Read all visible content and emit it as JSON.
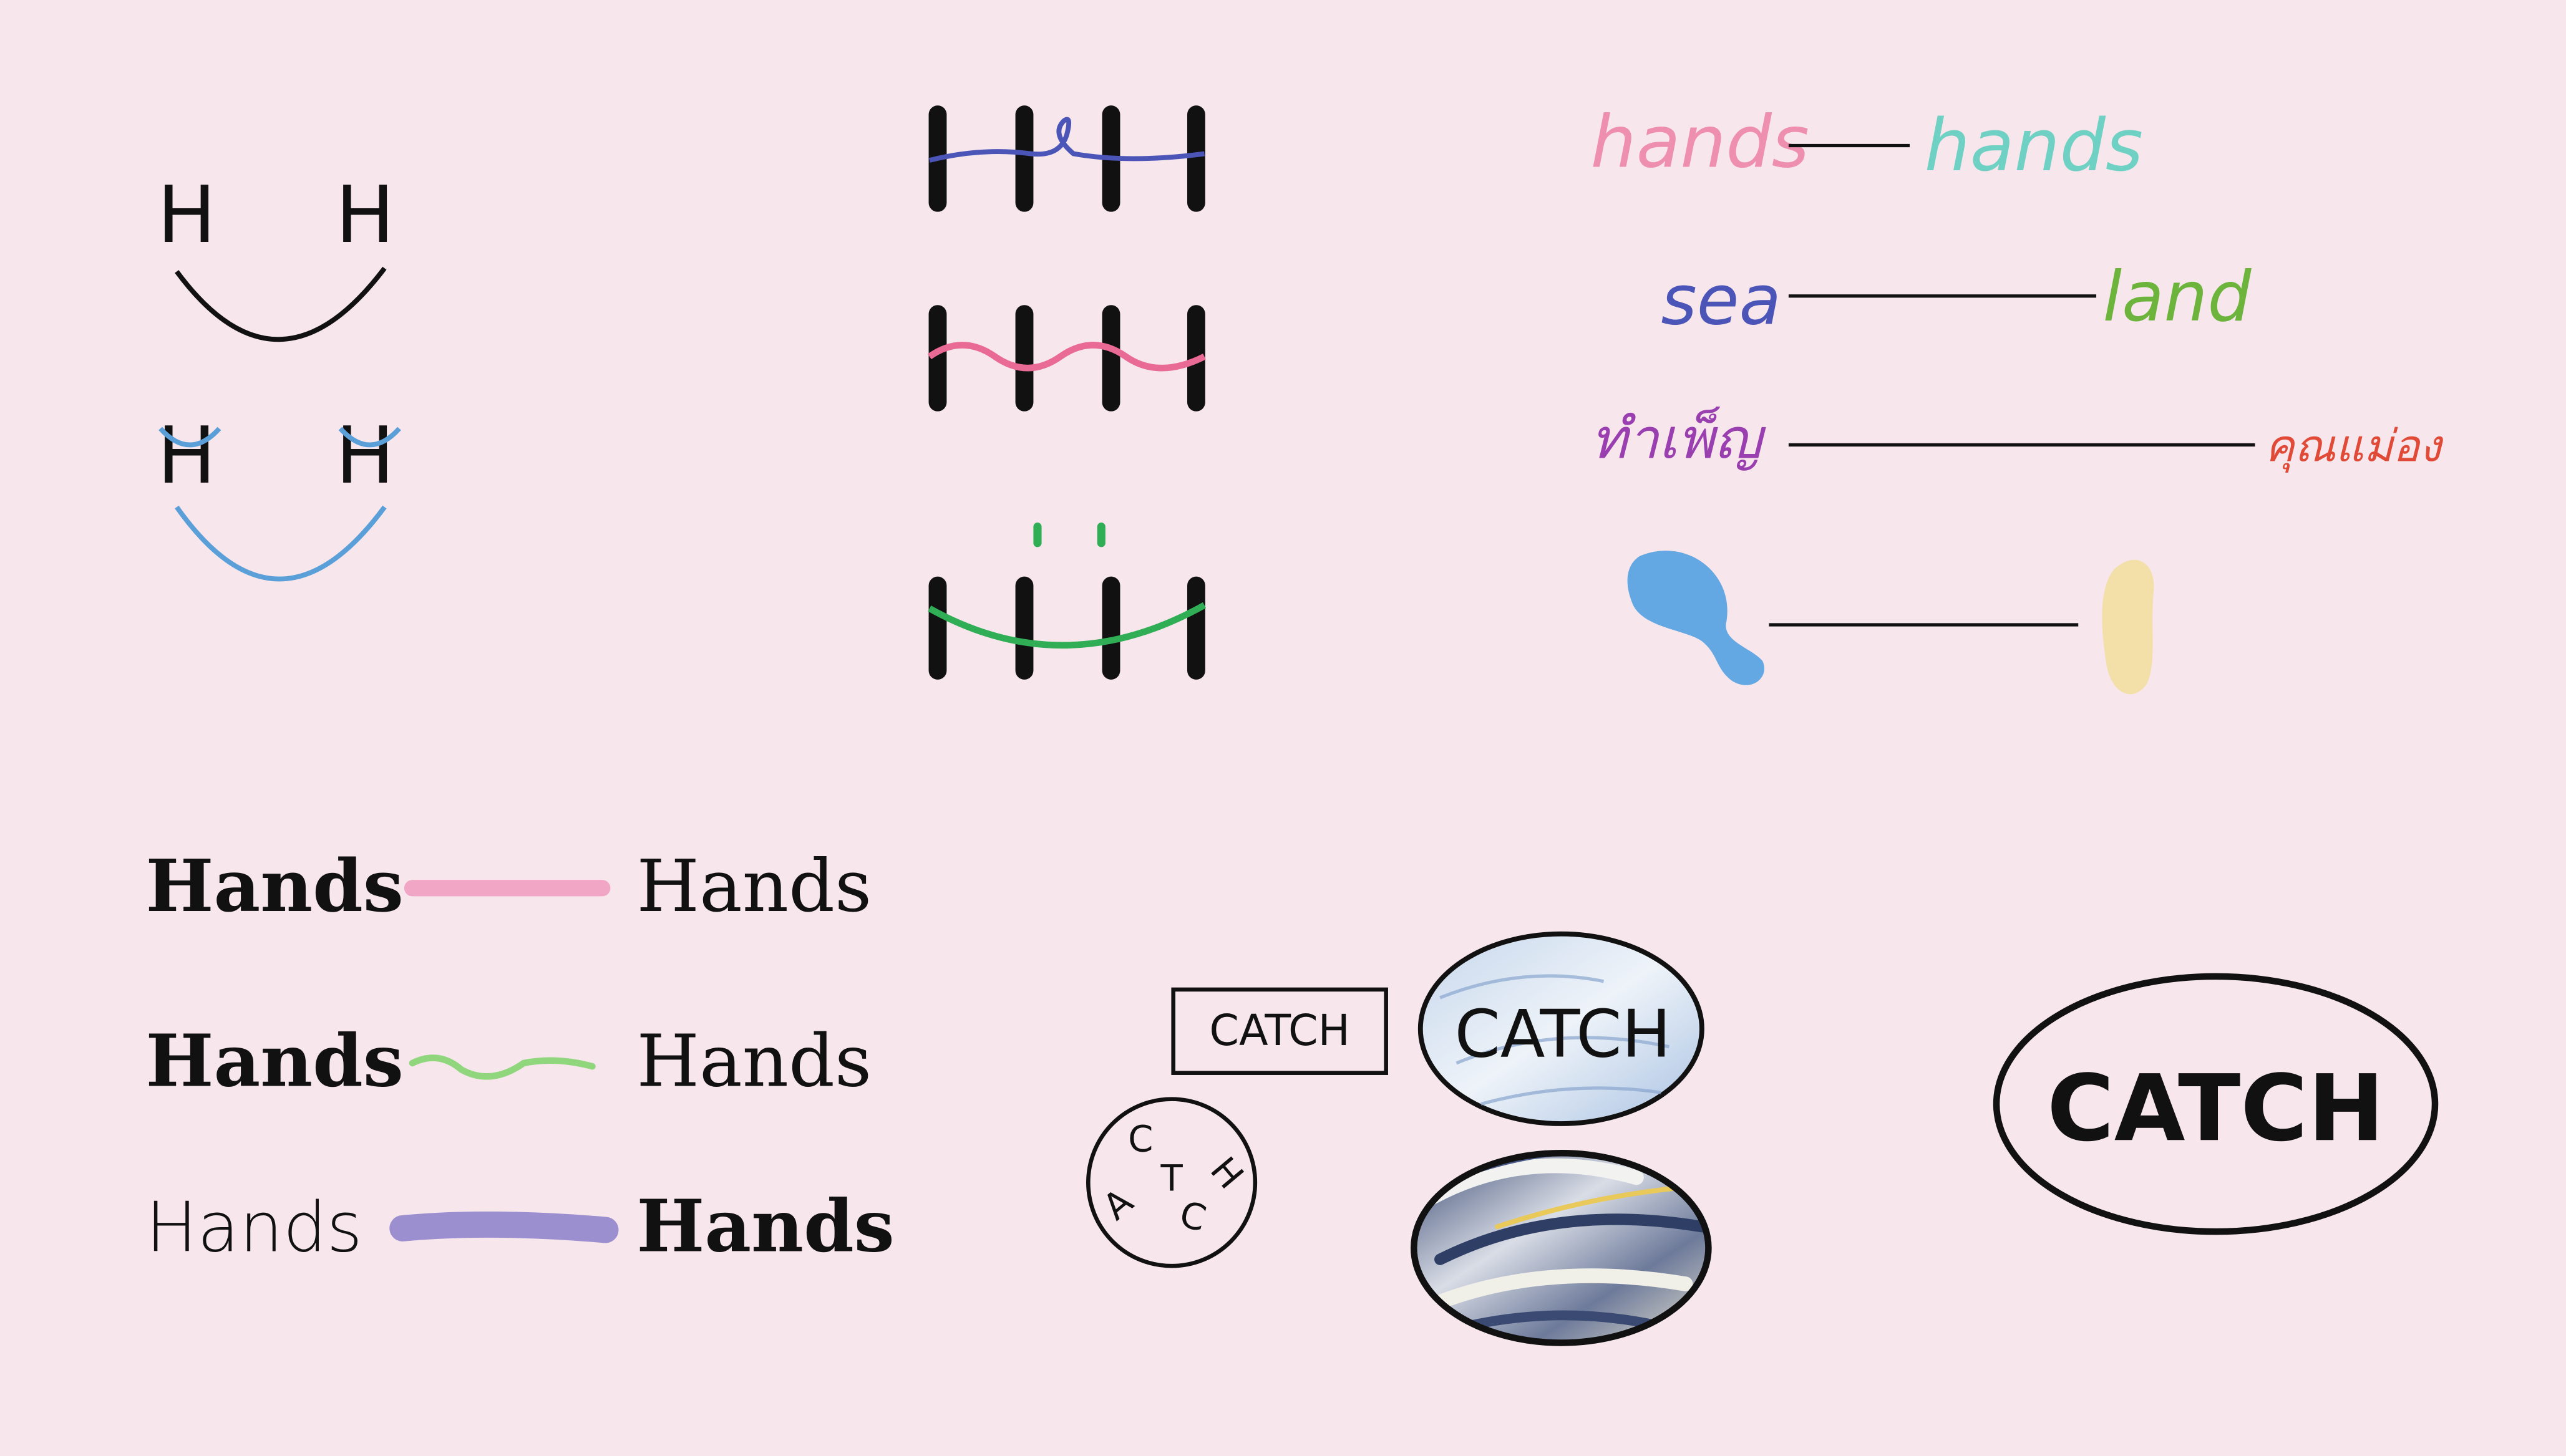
{
  "smiley_letters": {
    "left": "H",
    "right": "H"
  },
  "word_pairs": [
    {
      "left": "hands",
      "right": "hands",
      "left_color": "#ef8fb0",
      "right_color": "#6fd0c4"
    },
    {
      "left": "sea",
      "right": "land",
      "left_color": "#4b55b8",
      "right_color": "#6cb43c"
    },
    {
      "left": "ทำเพ็ญ",
      "right": "คุณแม่อง",
      "left_color": "#9a3fb0",
      "right_color": "#e04a36"
    }
  ],
  "blob_colors": {
    "left": "#63a8e3",
    "right": "#f3dfa8"
  },
  "hands_rows": [
    {
      "left": "Hands",
      "right": "Hands",
      "stroke_color": "#f19bbf"
    },
    {
      "left": "Hands",
      "right": "Hands",
      "stroke_color": "#8fd67c"
    },
    {
      "left": "Hands",
      "right": "Hands",
      "stroke_color": "#9b8fd0"
    }
  ],
  "catch": {
    "box": "CATCH",
    "photo_oval": "CATCH",
    "big_oval": "CATCH",
    "circle_letters": [
      "C",
      "A",
      "T",
      "C",
      "H"
    ]
  },
  "colors": {
    "background": "#f7e6ec",
    "smile_blue": "#5a9fd8",
    "hhh_blue": "#4b55b8",
    "hhh_pink": "#e86a95",
    "hhh_green": "#2fae55"
  },
  "icons": [
    "smiley-icon",
    "hhh-logo-icon",
    "fish-photo-icon"
  ]
}
